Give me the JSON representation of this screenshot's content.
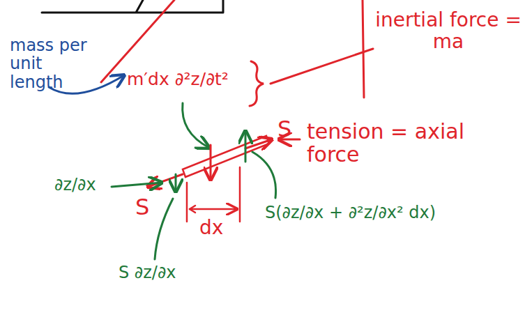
{
  "diagram": {
    "labels": [
      "mass per unit length",
      "m′dx ∂²z/∂t²",
      "inertial force = ma",
      "S",
      "tension = axial force",
      "∂z/∂x",
      "S",
      "dx",
      "S ∂z/∂x",
      "S(∂z/∂x + ∂²z/∂x² dx)"
    ]
  }
}
